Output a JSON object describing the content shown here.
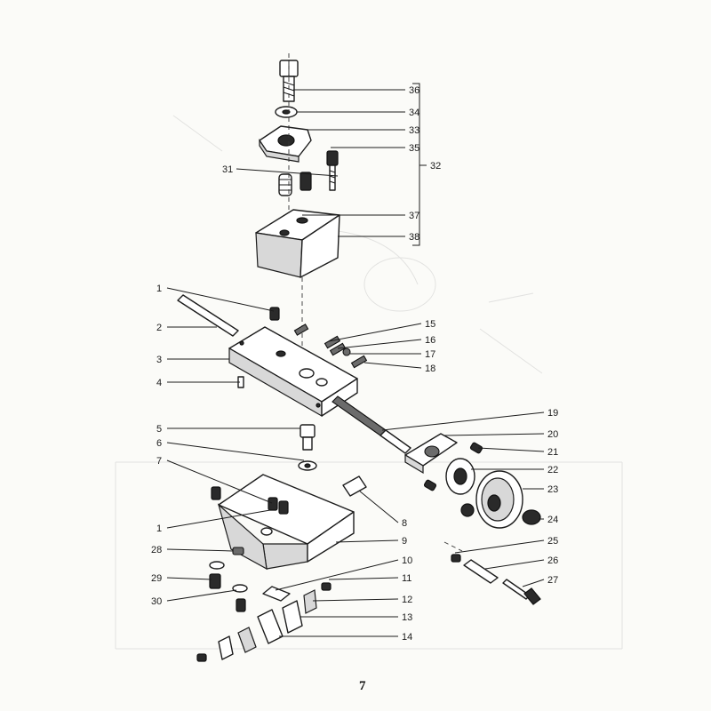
{
  "callouts": [
    {
      "id": "c36",
      "label": "36"
    },
    {
      "id": "c34",
      "label": "34"
    },
    {
      "id": "c33",
      "label": "33"
    },
    {
      "id": "c35",
      "label": "35"
    },
    {
      "id": "c31",
      "label": "31"
    },
    {
      "id": "c37",
      "label": "37"
    },
    {
      "id": "c38",
      "label": "38"
    },
    {
      "id": "c32",
      "label": "32"
    },
    {
      "id": "c1a",
      "label": "1"
    },
    {
      "id": "c2",
      "label": "2"
    },
    {
      "id": "c3",
      "label": "3"
    },
    {
      "id": "c4",
      "label": "4"
    },
    {
      "id": "c15",
      "label": "15"
    },
    {
      "id": "c16",
      "label": "16"
    },
    {
      "id": "c17",
      "label": "17"
    },
    {
      "id": "c18",
      "label": "18"
    },
    {
      "id": "c19",
      "label": "19"
    },
    {
      "id": "c20",
      "label": "20"
    },
    {
      "id": "c21",
      "label": "21"
    },
    {
      "id": "c22",
      "label": "22"
    },
    {
      "id": "c23",
      "label": "23"
    },
    {
      "id": "c24",
      "label": "24"
    },
    {
      "id": "c25",
      "label": "25"
    },
    {
      "id": "c26",
      "label": "26"
    },
    {
      "id": "c27",
      "label": "27"
    },
    {
      "id": "c5",
      "label": "5"
    },
    {
      "id": "c6",
      "label": "6"
    },
    {
      "id": "c7",
      "label": "7"
    },
    {
      "id": "c1b",
      "label": "1"
    },
    {
      "id": "c8",
      "label": "8"
    },
    {
      "id": "c9",
      "label": "9"
    },
    {
      "id": "c28",
      "label": "28"
    },
    {
      "id": "c10",
      "label": "10"
    },
    {
      "id": "c29",
      "label": "29"
    },
    {
      "id": "c11",
      "label": "11"
    },
    {
      "id": "c30",
      "label": "30"
    },
    {
      "id": "c12",
      "label": "12"
    },
    {
      "id": "c13",
      "label": "13"
    },
    {
      "id": "c14",
      "label": "14"
    }
  ],
  "page_number": "7"
}
